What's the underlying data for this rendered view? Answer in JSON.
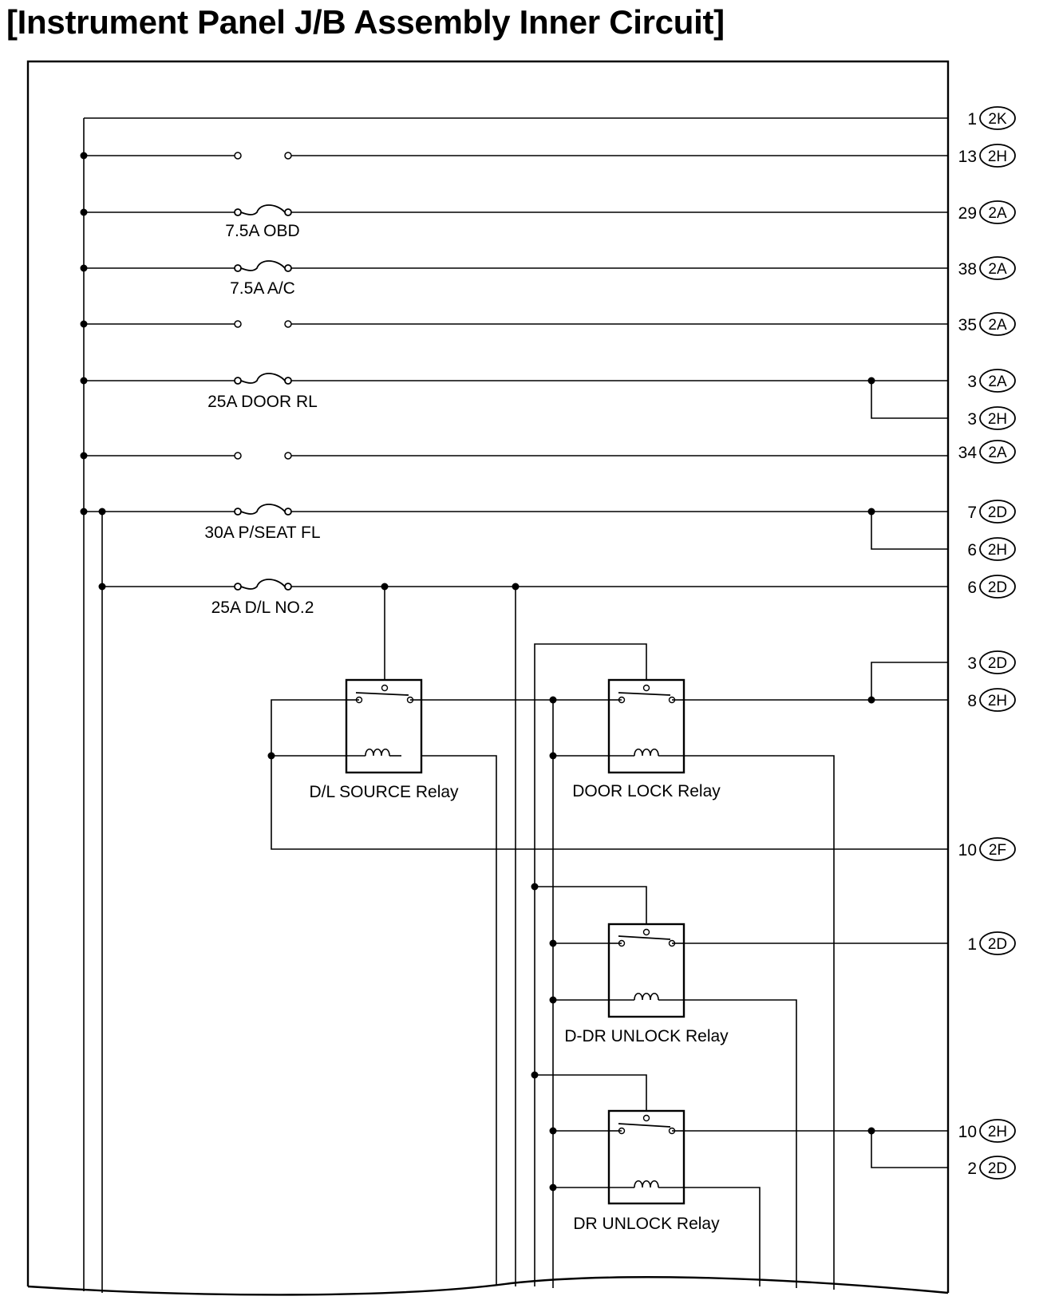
{
  "title": "[Instrument Panel J/B Assembly Inner Circuit]",
  "fuses": [
    {
      "id": "obd",
      "label": "7.5A OBD"
    },
    {
      "id": "ac",
      "label": "7.5A A/C"
    },
    {
      "id": "door_rl",
      "label": "25A DOOR RL"
    },
    {
      "id": "pseat_fl",
      "label": "30A P/SEAT FL"
    },
    {
      "id": "dl_no2",
      "label": "25A D/L NO.2"
    }
  ],
  "relays": [
    {
      "id": "dl_source",
      "label": "D/L SOURCE Relay"
    },
    {
      "id": "door_lock",
      "label": "DOOR LOCK Relay"
    },
    {
      "id": "ddr_unlock",
      "label": "D-DR UNLOCK Relay"
    },
    {
      "id": "dr_unlock",
      "label": "DR UNLOCK Relay"
    }
  ],
  "terminals": [
    {
      "pin": "1",
      "connector": "2K"
    },
    {
      "pin": "13",
      "connector": "2H"
    },
    {
      "pin": "29",
      "connector": "2A"
    },
    {
      "pin": "38",
      "connector": "2A"
    },
    {
      "pin": "35",
      "connector": "2A"
    },
    {
      "pin": "3",
      "connector": "2A"
    },
    {
      "pin": "3",
      "connector": "2H"
    },
    {
      "pin": "34",
      "connector": "2A"
    },
    {
      "pin": "7",
      "connector": "2D"
    },
    {
      "pin": "6",
      "connector": "2H"
    },
    {
      "pin": "6",
      "connector": "2D"
    },
    {
      "pin": "3",
      "connector": "2D"
    },
    {
      "pin": "8",
      "connector": "2H"
    },
    {
      "pin": "10",
      "connector": "2F"
    },
    {
      "pin": "1",
      "connector": "2D"
    },
    {
      "pin": "10",
      "connector": "2H"
    },
    {
      "pin": "2",
      "connector": "2D"
    }
  ]
}
